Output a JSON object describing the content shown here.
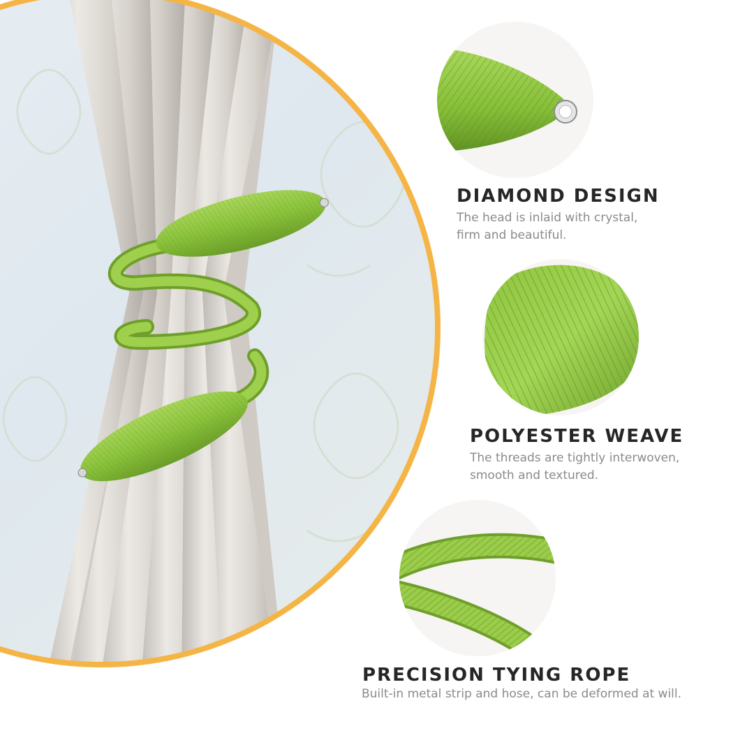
{
  "colors": {
    "accent_ring": "#f5b546",
    "tieback_green": "#8fc43e",
    "curtain": "#d9d5d0",
    "background": "#ffffff"
  },
  "features": [
    {
      "title": "DIAMOND DESIGN",
      "desc_lines": [
        "The head is inlaid with crystal,",
        "firm and beautiful."
      ]
    },
    {
      "title": "POLYESTER WEAVE",
      "desc_lines": [
        "The threads are tightly interwoven,",
        "smooth and textured."
      ]
    },
    {
      "title": "PRECISION TYING ROPE",
      "desc_lines": [
        "Built-in metal strip and hose, can be deformed at will."
      ]
    }
  ]
}
